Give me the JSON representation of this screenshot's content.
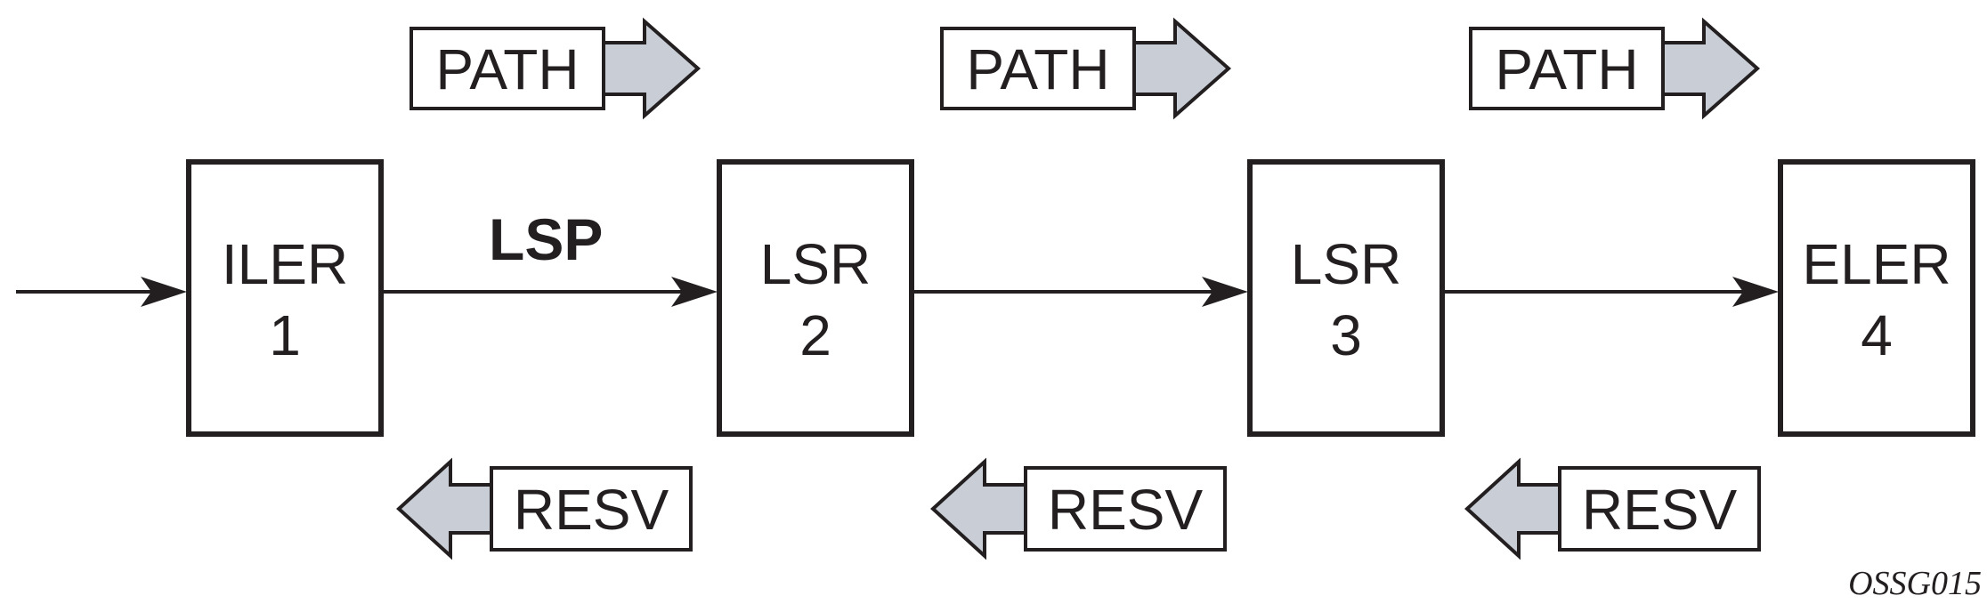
{
  "colors": {
    "stroke": "#231f20",
    "arrow_fill": "#c9ced6",
    "box_fill": "#ffffff"
  },
  "lsp_label": "LSP",
  "figure_id": "OSSG015",
  "nodes": [
    {
      "line1": "ILER",
      "line2": "1"
    },
    {
      "line1": "LSR",
      "line2": "2"
    },
    {
      "line1": "LSR",
      "line2": "3"
    },
    {
      "line1": "ELER",
      "line2": "4"
    }
  ],
  "path_messages": [
    {
      "label": "PATH"
    },
    {
      "label": "PATH"
    },
    {
      "label": "PATH"
    }
  ],
  "resv_messages": [
    {
      "label": "RESV"
    },
    {
      "label": "RESV"
    },
    {
      "label": "RESV"
    }
  ]
}
